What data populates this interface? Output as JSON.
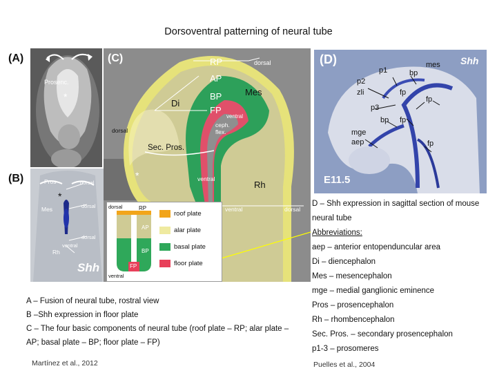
{
  "title": "Dorsoventral patterning of neural tube",
  "panelA": {
    "letter": "(A)",
    "prosenc": "Prosenc.",
    "asterisk": "*"
  },
  "panelB": {
    "letter": "(B)",
    "pros": "Pros",
    "dorsal1": "dorsal",
    "mes": "Mes",
    "dorsal2": "dorsal",
    "dorsal3": "dorsal",
    "ventral": "ventral",
    "rh": "Rh",
    "shh": "Shh",
    "asterisk": "*"
  },
  "panelC": {
    "letter": "(C)",
    "rp": "RP",
    "ap": "AP",
    "bp": "BP",
    "fp": "FP",
    "dorsal_top": "dorsal",
    "di": "Di",
    "mes": "Mes",
    "dorsal_left": "dorsal",
    "ventral1": "ventral",
    "ceph": "ceph.",
    "flex": "flex.",
    "sec_pros": "Sec. Pros.",
    "ventral_bottom": "ventral",
    "rh": "Rh",
    "ventral_right": "ventral",
    "dorsal_right": "dorsal",
    "asterisk": "*"
  },
  "legend": {
    "dorsal": "dorsal",
    "rp": "RP",
    "ap": "AP",
    "bp": "BP",
    "fp": "FP",
    "ventral": "ventral",
    "items": [
      {
        "label": "roof plate",
        "color": "#f2a51a"
      },
      {
        "label": "alar plate",
        "color": "#efeaa0"
      },
      {
        "label": "basal plate",
        "color": "#2fa85a"
      },
      {
        "label": "floor plate",
        "color": "#e8405a"
      }
    ]
  },
  "panelD": {
    "letter": "(D)",
    "shh": "Shh",
    "p1": "p1",
    "mes": "mes",
    "bp1": "bp",
    "p2": "p2",
    "zli": "zli",
    "fp1": "fp",
    "fp2": "fp",
    "p3": "p3",
    "bp2": "bp",
    "fp3": "fp",
    "mge": "mge",
    "aep": "aep",
    "fp4": "fp",
    "stage": "E11.5"
  },
  "caption_left": [
    "A – Fusion of neural tube, rostral view",
    "B –Shh expression in floor plate",
    "C – The four basic components of neural tube (roof plate – RP; alar plate – AP; basal plate – BP; floor plate – FP)"
  ],
  "caption_right": {
    "intro": "D – Shh expression in sagittal section of mouse neural tube",
    "abbr_head": "Abbreviations:",
    "items": [
      "aep – anterior entopenduncular area",
      "Di – diencephalon",
      "Mes – mesencephalon",
      "mge – medial ganglionic eminence",
      "Pros – prosencephalon",
      "Rh – rhombencephalon",
      "Sec. Pros. – secondary prosencephalon",
      "p1-3 – prosomeres"
    ]
  },
  "cite_left": "Martínez et al., 2012",
  "cite_right": "Puelles et al., 2004"
}
